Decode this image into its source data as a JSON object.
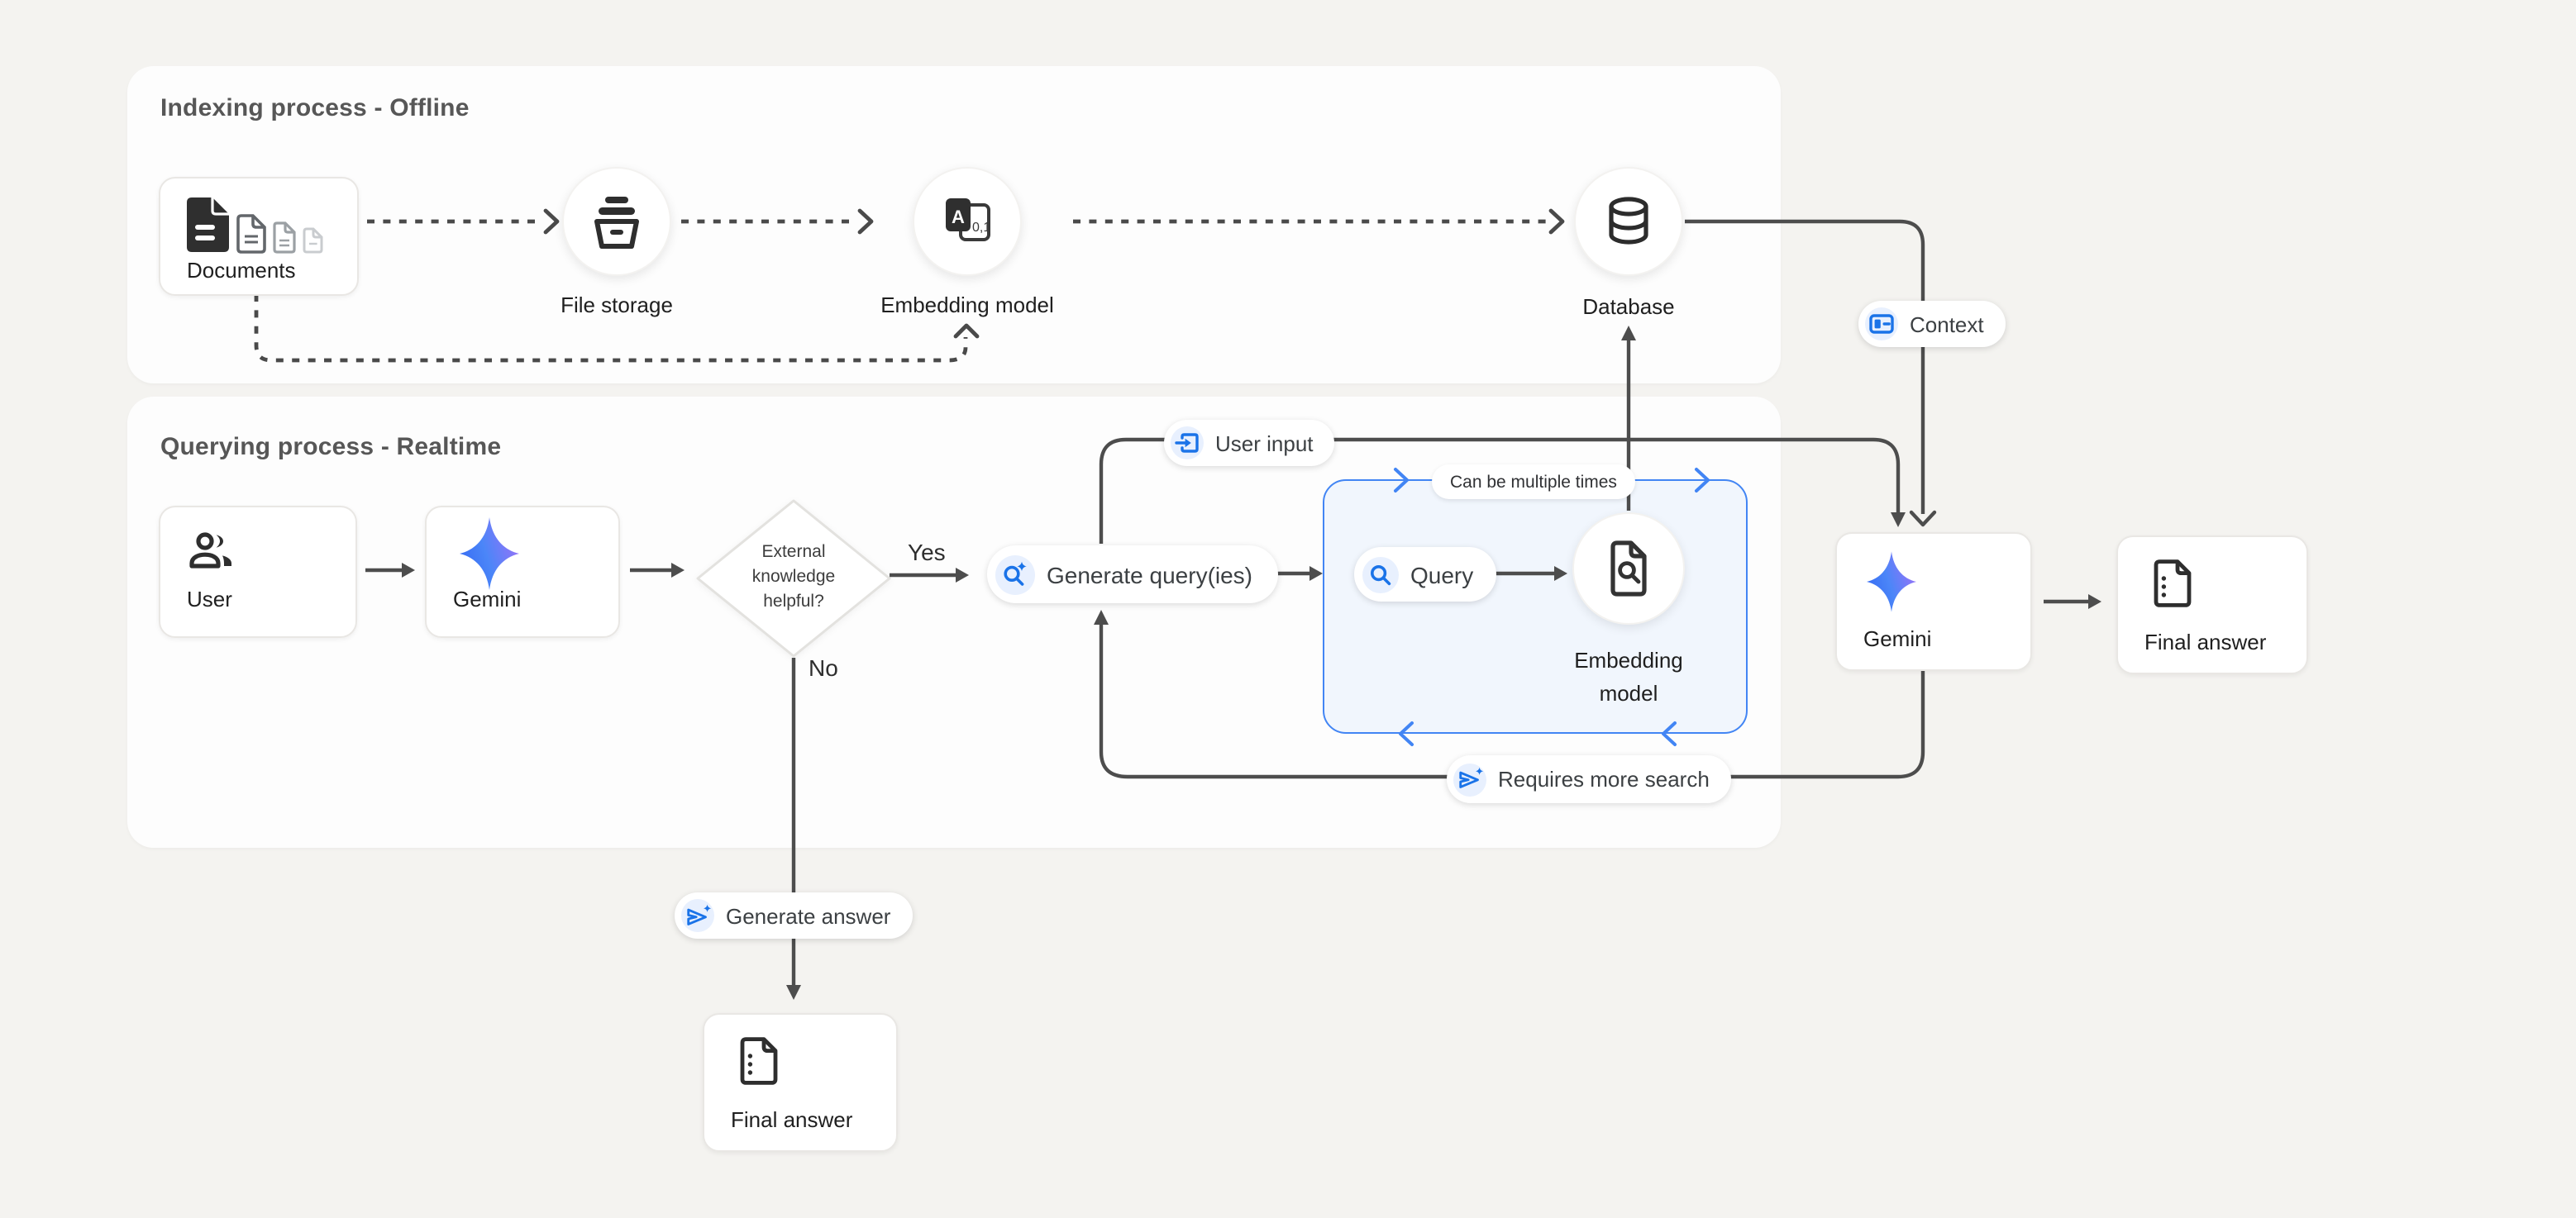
{
  "panels": {
    "indexing": {
      "title": "Indexing process - Offline"
    },
    "querying": {
      "title": "Querying process - Realtime"
    }
  },
  "nodes": {
    "documents": {
      "label": "Documents"
    },
    "file_storage": {
      "label": "File storage"
    },
    "embedding_model_offline": {
      "label": "Embedding model"
    },
    "database": {
      "label": "Database"
    },
    "user": {
      "label": "User"
    },
    "gemini_query": {
      "label": "Gemini"
    },
    "decision": {
      "label": "External knowledge helpful?"
    },
    "query": {
      "label": "Query"
    },
    "embedding_model_online": {
      "label": "Embedding model"
    },
    "gemini_answer": {
      "label": "Gemini"
    },
    "final_answer_right": {
      "label": "Final answer"
    },
    "final_answer_bottom": {
      "label": "Final answer"
    }
  },
  "badges": {
    "context": {
      "label": "Context"
    },
    "user_input": {
      "label": "User input"
    },
    "generate_queries": {
      "label": "Generate query(ies)"
    },
    "can_be_multiple_times": {
      "label": "Can be multiple times"
    },
    "requires_more_search": {
      "label": "Requires more search"
    },
    "generate_answer": {
      "label": "Generate answer"
    }
  },
  "edge_labels": {
    "yes": "Yes",
    "no": "No"
  },
  "colors": {
    "page_background": "#f4f3f0",
    "panel_background": "#fdfdfd",
    "connector_gray": "#4d4d4d",
    "accent_blue": "#1a73e8",
    "loop_border_blue": "#4285f4",
    "icon_chip_blue": "#e8f0fe",
    "gemini_gradient_start": "#366af3",
    "gemini_gradient_end": "#9b72f7"
  },
  "icons": {
    "documents": "stacked-documents-icon",
    "file_storage": "storage-bucket-icon",
    "embedding_model": "text-to-numbers-icon",
    "database": "database-cylinder-icon",
    "user": "people-icon",
    "gemini": "gemini-star-icon",
    "context": "context-panel-icon",
    "user_input": "input-arrow-icon",
    "generate_queries": "search-sparkle-icon",
    "query": "search-icon",
    "send": "send-sparkle-icon",
    "embedding_online": "document-search-icon",
    "final_answer": "document-icon"
  }
}
